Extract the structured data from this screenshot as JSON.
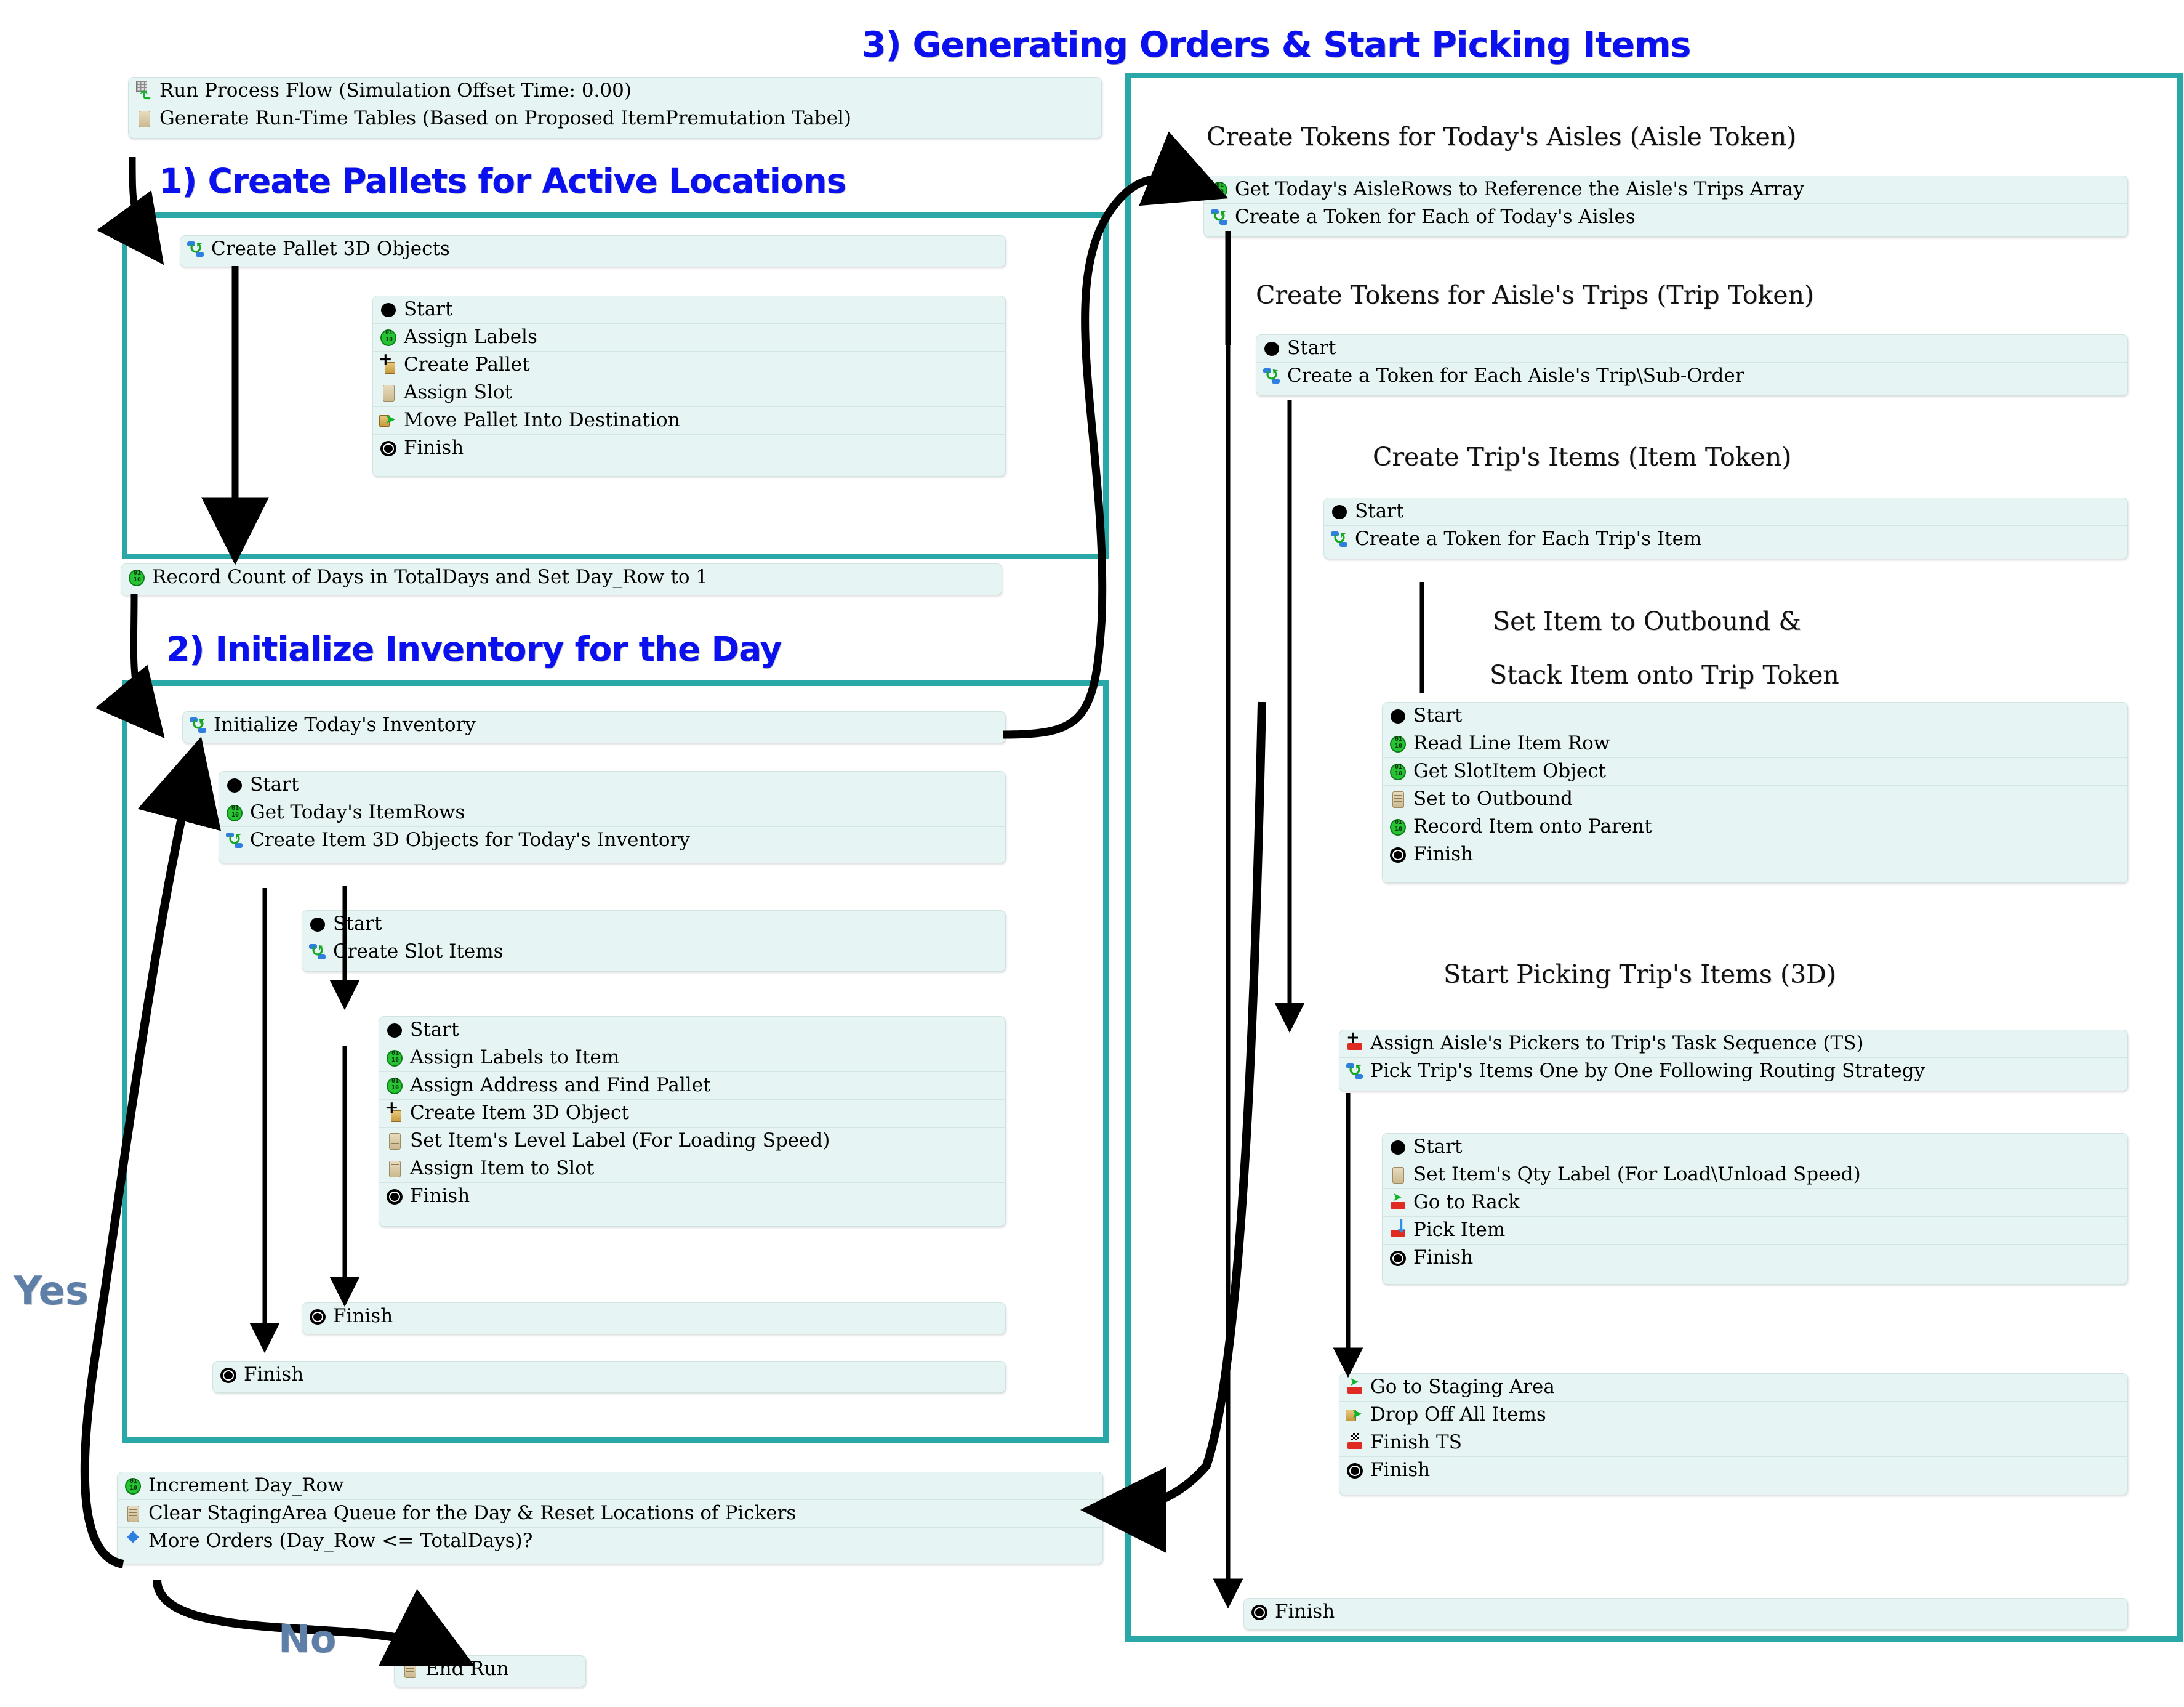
{
  "sections": [
    {
      "id": "s1",
      "title": "1) Create Pallets for Active Locations"
    },
    {
      "id": "s2",
      "title": "2) Initialize Inventory for the Day"
    },
    {
      "id": "s3",
      "title": "3) Generating Orders & Start Picking Items"
    }
  ],
  "captions": {
    "aisle_token": "Create Tokens for Today's Aisles (Aisle Token)",
    "trip_token": "Create Tokens for Aisle's Trips (Trip Token)",
    "item_token": "Create Trip's Items (Item Token)",
    "outbound_line1": "Set Item to Outbound &",
    "outbound_line2": "Stack Item onto Trip Token",
    "start_picking": "Start Picking Trip's Items (3D)"
  },
  "edge_labels": {
    "yes": "Yes",
    "no": "No"
  },
  "nodes": {
    "entry": {
      "name": "entry-block",
      "rows": [
        {
          "icon": "run-process-icon",
          "label": "Run Process Flow (Simulation Offset Time: 0.00)"
        },
        {
          "icon": "script-icon",
          "label": "Generate Run-Time Tables (Based on Proposed ItemPremutation Tabel)"
        }
      ]
    },
    "create_pallet_3d": {
      "name": "create-pallet-3d-objects-block",
      "rows": [
        {
          "icon": "subflow-icon",
          "label": "Create Pallet 3D Objects"
        }
      ]
    },
    "pallet_sub": {
      "name": "pallet-subflow-block",
      "rows": [
        {
          "icon": "start-icon",
          "label": "Start"
        },
        {
          "icon": "assign-labels-icon",
          "label": "Assign Labels"
        },
        {
          "icon": "create-object-icon",
          "label": "Create Pallet"
        },
        {
          "icon": "script-icon",
          "label": "Assign Slot"
        },
        {
          "icon": "move-into-icon",
          "label": "Move Pallet Into Destination"
        },
        {
          "icon": "finish-icon",
          "label": "Finish"
        }
      ]
    },
    "record_days": {
      "name": "record-count-of-days-block",
      "rows": [
        {
          "icon": "assign-labels-icon",
          "label": "Record Count of Days in TotalDays and Set Day_Row to 1"
        }
      ]
    },
    "init_inventory": {
      "name": "initialize-todays-inventory-block",
      "rows": [
        {
          "icon": "subflow-icon",
          "label": "Initialize Today's Inventory"
        }
      ]
    },
    "init_sub": {
      "name": "initialize-inventory-subflow-block",
      "rows": [
        {
          "icon": "start-icon",
          "label": "Start"
        },
        {
          "icon": "assign-labels-icon",
          "label": "Get Today's ItemRows"
        },
        {
          "icon": "subflow-icon",
          "label": "Create Item 3D Objects for Today's Inventory"
        }
      ]
    },
    "slot_items": {
      "name": "create-slot-items-block",
      "rows": [
        {
          "icon": "start-icon",
          "label": "Start"
        },
        {
          "icon": "subflow-icon",
          "label": "Create Slot Items"
        }
      ]
    },
    "item_sub": {
      "name": "item-creation-subflow-block",
      "rows": [
        {
          "icon": "start-icon",
          "label": "Start"
        },
        {
          "icon": "assign-labels-icon",
          "label": "Assign Labels to Item"
        },
        {
          "icon": "assign-labels-icon",
          "label": "Assign Address and Find Pallet"
        },
        {
          "icon": "create-object-icon",
          "label": "Create Item 3D Object"
        },
        {
          "icon": "script-icon",
          "label": "Set Item's Level Label (For Loading Speed)"
        },
        {
          "icon": "script-icon",
          "label": "Assign Item to Slot"
        },
        {
          "icon": "finish-icon",
          "label": "Finish"
        }
      ]
    },
    "finish_inner": {
      "name": "finish-inner-block",
      "rows": [
        {
          "icon": "finish-icon",
          "label": "Finish"
        }
      ]
    },
    "finish_outer": {
      "name": "finish-outer-block",
      "rows": [
        {
          "icon": "finish-icon",
          "label": "Finish"
        }
      ]
    },
    "increment": {
      "name": "increment-day-row-block",
      "rows": [
        {
          "icon": "assign-labels-icon",
          "label": "Increment Day_Row"
        },
        {
          "icon": "script-icon",
          "label": "Clear StagingArea Queue for the Day & Reset Locations of Pickers"
        },
        {
          "icon": "decision-icon",
          "label": "More Orders (Day_Row <= TotalDays)?"
        }
      ]
    },
    "end_run": {
      "name": "end-run-block",
      "rows": [
        {
          "icon": "script-icon",
          "label": "End Run"
        }
      ]
    },
    "aisle_token": {
      "name": "aisle-token-block",
      "rows": [
        {
          "icon": "assign-labels-icon",
          "label": "Get Today's AisleRows to Reference the Aisle's Trips Array"
        },
        {
          "icon": "subflow-icon",
          "label": "Create a Token for Each of Today's Aisles"
        }
      ]
    },
    "trip_token": {
      "name": "trip-token-block",
      "rows": [
        {
          "icon": "start-icon",
          "label": "Start"
        },
        {
          "icon": "subflow-icon",
          "label": "Create a Token for Each Aisle's Trip\\Sub-Order"
        }
      ]
    },
    "item_token": {
      "name": "item-token-block",
      "rows": [
        {
          "icon": "start-icon",
          "label": "Start"
        },
        {
          "icon": "subflow-icon",
          "label": "Create a Token for Each Trip's Item"
        }
      ]
    },
    "outbound": {
      "name": "set-item-outbound-block",
      "rows": [
        {
          "icon": "start-icon",
          "label": "Start"
        },
        {
          "icon": "assign-labels-icon",
          "label": "Read Line Item Row"
        },
        {
          "icon": "assign-labels-icon",
          "label": "Get SlotItem Object"
        },
        {
          "icon": "script-icon",
          "label": "Set to Outbound"
        },
        {
          "icon": "assign-labels-icon",
          "label": "Record Item onto Parent"
        },
        {
          "icon": "finish-icon",
          "label": "Finish"
        }
      ]
    },
    "picking": {
      "name": "start-picking-block",
      "rows": [
        {
          "icon": "assign-ts-icon",
          "label": "Assign Aisle's Pickers to Trip's Task Sequence (TS)"
        },
        {
          "icon": "subflow-icon",
          "label": "Pick Trip's Items One by One Following Routing Strategy"
        }
      ]
    },
    "pick_sub": {
      "name": "pick-item-subflow-block",
      "rows": [
        {
          "icon": "start-icon",
          "label": "Start"
        },
        {
          "icon": "script-icon",
          "label": "Set Item's Qty Label (For Load\\Unload Speed)"
        },
        {
          "icon": "travel-icon",
          "label": "Go to Rack"
        },
        {
          "icon": "pick-item-icon",
          "label": "Pick Item"
        },
        {
          "icon": "finish-icon",
          "label": "Finish"
        }
      ]
    },
    "staging": {
      "name": "staging-area-block",
      "rows": [
        {
          "icon": "travel-icon",
          "label": "Go to Staging Area"
        },
        {
          "icon": "move-into-icon",
          "label": "Drop Off All Items"
        },
        {
          "icon": "finish-ts-icon",
          "label": "Finish TS"
        },
        {
          "icon": "finish-icon",
          "label": "Finish"
        }
      ]
    },
    "finish_s3": {
      "name": "finish-section3-block",
      "rows": [
        {
          "icon": "finish-icon",
          "label": "Finish"
        }
      ]
    }
  },
  "colors": {
    "section_border": "#2aa8a8",
    "node_fill": "#e6f5f3",
    "heading": "#0b10ee",
    "edge_label": "#5d7fa8"
  }
}
